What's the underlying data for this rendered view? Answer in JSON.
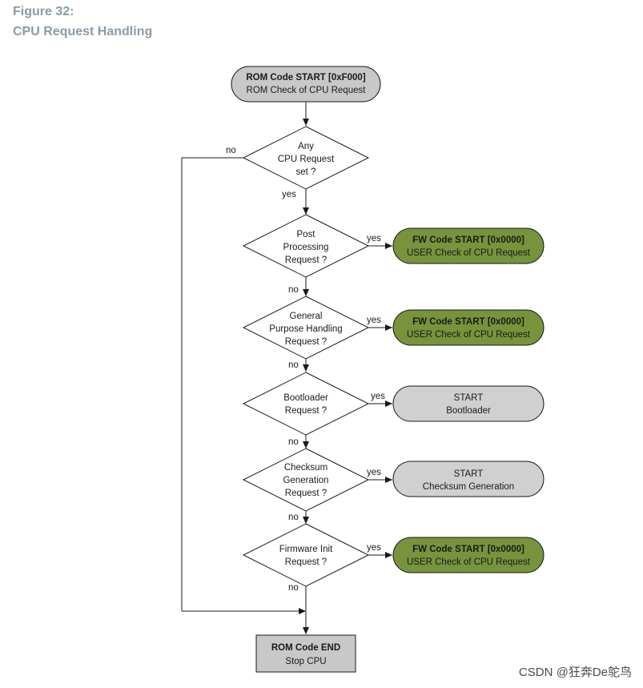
{
  "figure": {
    "number": "Figure 32:",
    "title": "CPU Request Handling"
  },
  "start": {
    "line1": "ROM Code START [0xF000]",
    "line2": "ROM Check of CPU Request"
  },
  "decisions": [
    {
      "lines": [
        "Any",
        "CPU Request",
        "set ?"
      ]
    },
    {
      "lines": [
        "Post",
        "Processing",
        "Request ?"
      ]
    },
    {
      "lines": [
        "General",
        "Purpose Handling",
        "Request ?"
      ]
    },
    {
      "lines": [
        "Bootloader",
        "Request ?"
      ]
    },
    {
      "lines": [
        "Checksum",
        "Generation",
        "Request ?"
      ]
    },
    {
      "lines": [
        "Firmware Init",
        "Request ?"
      ]
    }
  ],
  "outcomes": [
    {
      "line1": "FW Code START [0x0000]",
      "line2": "USER Check of CPU Request",
      "color": "#77933c"
    },
    {
      "line1": "FW Code START [0x0000]",
      "line2": "USER Check of CPU Request",
      "color": "#77933c"
    },
    {
      "line1": "START",
      "line2": "Bootloader",
      "color": "#d0d0d0"
    },
    {
      "line1": "START",
      "line2": "Checksum Generation",
      "color": "#d0d0d0"
    },
    {
      "line1": "FW Code START [0x0000]",
      "line2": "USER Check of CPU Request",
      "color": "#77933c"
    }
  ],
  "end": {
    "line1": "ROM Code END",
    "line2": "Stop CPU"
  },
  "labels": {
    "yes": "yes",
    "no": "no"
  },
  "colors": {
    "terminal_gray": "#c8c8c8",
    "fw_green": "#77933c",
    "outline": "#1a1a1a"
  },
  "watermark": "CSDN @狂奔De鸵鸟"
}
